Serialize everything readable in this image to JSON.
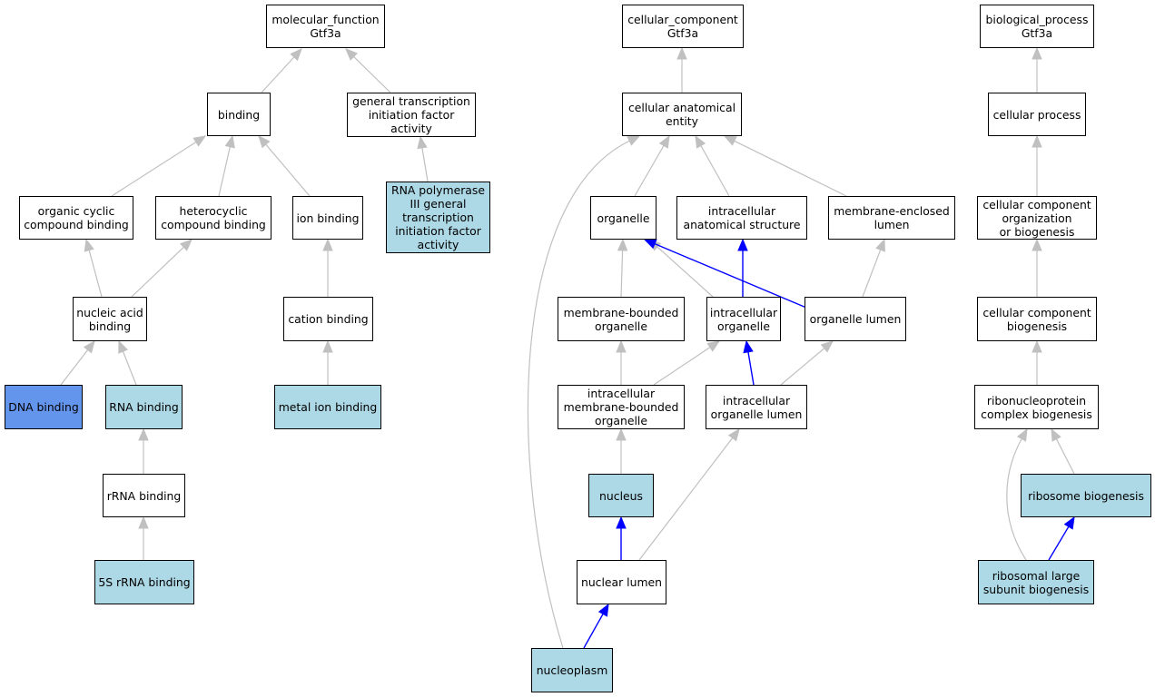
{
  "colors": {
    "default_fill": "#ffffff",
    "annotated_fill": "#add8e6",
    "direct_fill": "#6495ed",
    "is_a_edge": "#c0c0c0",
    "part_of_edge": "#0000ff",
    "border": "#000000"
  },
  "nodes": [
    {
      "id": "mf",
      "label": "molecular_function\nGtf3a",
      "fill": "white"
    },
    {
      "id": "binding",
      "label": "binding",
      "fill": "white"
    },
    {
      "id": "gtifa",
      "label": "general transcription\ninitiation factor\nactivity",
      "fill": "white"
    },
    {
      "id": "ocb",
      "label": "organic cyclic\ncompound binding",
      "fill": "white"
    },
    {
      "id": "hcb",
      "label": "heterocyclic\ncompound binding",
      "fill": "white"
    },
    {
      "id": "ionb",
      "label": "ion binding",
      "fill": "white"
    },
    {
      "id": "rnap3",
      "label": "RNA polymerase\nIII general\ntranscription\ninitiation factor\nactivity",
      "fill": "annotated"
    },
    {
      "id": "nab",
      "label": "nucleic acid\nbinding",
      "fill": "white"
    },
    {
      "id": "catb",
      "label": "cation binding",
      "fill": "white"
    },
    {
      "id": "dnab",
      "label": "DNA binding",
      "fill": "direct"
    },
    {
      "id": "rnab",
      "label": "RNA binding",
      "fill": "annotated"
    },
    {
      "id": "metalb",
      "label": "metal ion binding",
      "fill": "annotated"
    },
    {
      "id": "rrnab",
      "label": "rRNA binding",
      "fill": "white"
    },
    {
      "id": "r5s",
      "label": "5S rRNA binding",
      "fill": "annotated"
    },
    {
      "id": "cc",
      "label": "cellular_component\nGtf3a",
      "fill": "white"
    },
    {
      "id": "cae",
      "label": "cellular anatomical\nentity",
      "fill": "white"
    },
    {
      "id": "organelle",
      "label": "organelle",
      "fill": "white"
    },
    {
      "id": "ias",
      "label": "intracellular\nanatomical structure",
      "fill": "white"
    },
    {
      "id": "mel",
      "label": "membrane-enclosed\nlumen",
      "fill": "white"
    },
    {
      "id": "mbo",
      "label": "membrane-bounded\norganelle",
      "fill": "white"
    },
    {
      "id": "io",
      "label": "intracellular\norganelle",
      "fill": "white"
    },
    {
      "id": "ol",
      "label": "organelle lumen",
      "fill": "white"
    },
    {
      "id": "imbo",
      "label": "intracellular\nmembrane-bounded\norganelle",
      "fill": "white"
    },
    {
      "id": "iol",
      "label": "intracellular\norganelle lumen",
      "fill": "white"
    },
    {
      "id": "nucleus",
      "label": "nucleus",
      "fill": "annotated"
    },
    {
      "id": "nl",
      "label": "nuclear lumen",
      "fill": "white"
    },
    {
      "id": "nucleoplasm",
      "label": "nucleoplasm",
      "fill": "annotated"
    },
    {
      "id": "bp",
      "label": "biological_process\nGtf3a",
      "fill": "white"
    },
    {
      "id": "cp",
      "label": "cellular process",
      "fill": "white"
    },
    {
      "id": "ccob",
      "label": "cellular component\norganization\nor biogenesis",
      "fill": "white"
    },
    {
      "id": "ccb",
      "label": "cellular component\nbiogenesis",
      "fill": "white"
    },
    {
      "id": "rcb",
      "label": "ribonucleoprotein\ncomplex biogenesis",
      "fill": "white"
    },
    {
      "id": "rb",
      "label": "ribosome biogenesis",
      "fill": "annotated"
    },
    {
      "id": "rlsb",
      "label": "ribosomal large\nsubunit biogenesis",
      "fill": "annotated"
    }
  ],
  "edges": [
    {
      "from": "binding",
      "to": "mf",
      "type": "is_a"
    },
    {
      "from": "gtifa",
      "to": "mf",
      "type": "is_a"
    },
    {
      "from": "ocb",
      "to": "binding",
      "type": "is_a"
    },
    {
      "from": "hcb",
      "to": "binding",
      "type": "is_a"
    },
    {
      "from": "ionb",
      "to": "binding",
      "type": "is_a"
    },
    {
      "from": "rnap3",
      "to": "gtifa",
      "type": "is_a"
    },
    {
      "from": "nab",
      "to": "ocb",
      "type": "is_a"
    },
    {
      "from": "nab",
      "to": "hcb",
      "type": "is_a"
    },
    {
      "from": "catb",
      "to": "ionb",
      "type": "is_a"
    },
    {
      "from": "dnab",
      "to": "nab",
      "type": "is_a"
    },
    {
      "from": "rnab",
      "to": "nab",
      "type": "is_a"
    },
    {
      "from": "metalb",
      "to": "catb",
      "type": "is_a"
    },
    {
      "from": "rrnab",
      "to": "rnab",
      "type": "is_a"
    },
    {
      "from": "r5s",
      "to": "rrnab",
      "type": "is_a"
    },
    {
      "from": "cae",
      "to": "cc",
      "type": "is_a"
    },
    {
      "from": "organelle",
      "to": "cae",
      "type": "is_a"
    },
    {
      "from": "ias",
      "to": "cae",
      "type": "is_a"
    },
    {
      "from": "mel",
      "to": "cae",
      "type": "is_a"
    },
    {
      "from": "nucleoplasm",
      "to": "cae",
      "type": "is_a"
    },
    {
      "from": "mbo",
      "to": "organelle",
      "type": "is_a"
    },
    {
      "from": "io",
      "to": "organelle",
      "type": "is_a"
    },
    {
      "from": "io",
      "to": "ias",
      "type": "part_of"
    },
    {
      "from": "ol",
      "to": "mel",
      "type": "is_a"
    },
    {
      "from": "ol",
      "to": "organelle",
      "type": "part_of"
    },
    {
      "from": "imbo",
      "to": "mbo",
      "type": "is_a"
    },
    {
      "from": "imbo",
      "to": "io",
      "type": "is_a"
    },
    {
      "from": "iol",
      "to": "io",
      "type": "part_of"
    },
    {
      "from": "iol",
      "to": "ol",
      "type": "is_a"
    },
    {
      "from": "nucleus",
      "to": "imbo",
      "type": "is_a"
    },
    {
      "from": "nl",
      "to": "nucleus",
      "type": "part_of"
    },
    {
      "from": "nl",
      "to": "iol",
      "type": "is_a"
    },
    {
      "from": "nucleoplasm",
      "to": "nl",
      "type": "part_of"
    },
    {
      "from": "cp",
      "to": "bp",
      "type": "is_a"
    },
    {
      "from": "ccob",
      "to": "cp",
      "type": "is_a"
    },
    {
      "from": "ccb",
      "to": "ccob",
      "type": "is_a"
    },
    {
      "from": "rcb",
      "to": "ccb",
      "type": "is_a"
    },
    {
      "from": "rb",
      "to": "rcb",
      "type": "is_a"
    },
    {
      "from": "rlsb",
      "to": "rcb",
      "type": "is_a"
    },
    {
      "from": "rlsb",
      "to": "rb",
      "type": "part_of"
    }
  ]
}
